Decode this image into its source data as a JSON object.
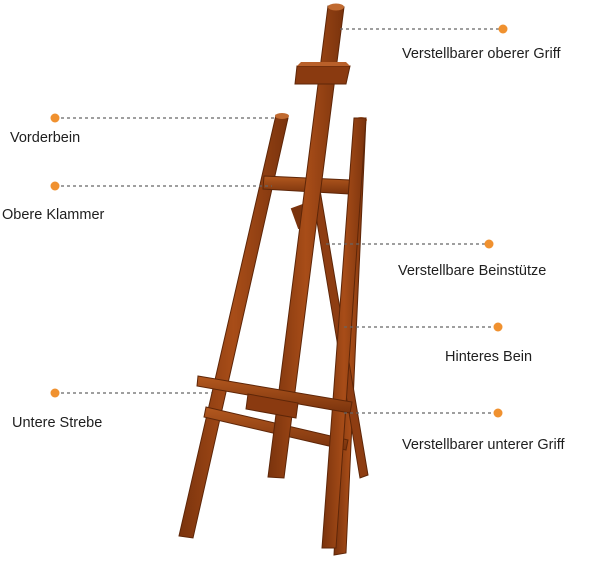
{
  "labels": {
    "adjustable_upper_grip": "Verstellbarer oberer Griff",
    "front_leg": "Vorderbein",
    "upper_clamp": "Obere Klammer",
    "adjustable_leg_support": "Verstellbare Beinstütze",
    "rear_leg": "Hinteres Bein",
    "lower_brace": "Untere Strebe",
    "adjustable_lower_grip": "Verstellbarer unterer Griff"
  },
  "colors": {
    "wood": "#9c4616",
    "wood_dark": "#6e2d0a",
    "wood_light": "#b85a22",
    "marker": "#f0912f",
    "leader_line": "#666666",
    "text": "#1e1e1e"
  }
}
